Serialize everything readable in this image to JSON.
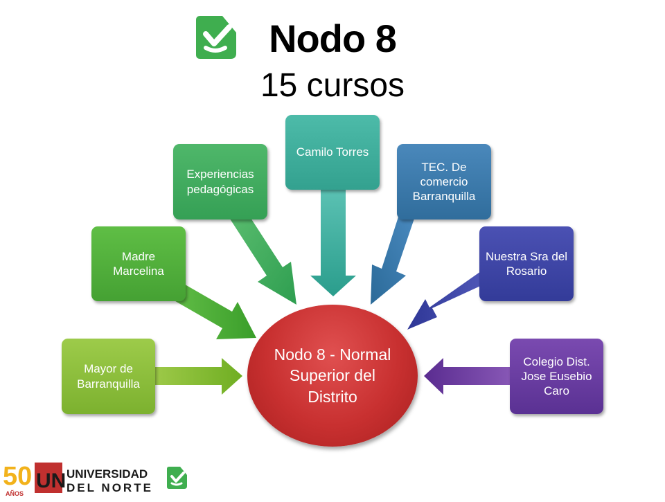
{
  "header": {
    "title": "Nodo 8",
    "subtitle": "15 cursos"
  },
  "hub": {
    "label": "Nodo 8 - Normal Superior del Distrito",
    "color": "#c0302f"
  },
  "nodes": [
    {
      "label": "Mayor de Barranquilla",
      "color": "#86b832"
    },
    {
      "label": "Madre Marcelina",
      "color": "#4dab3c"
    },
    {
      "label": "Experiencias pedagógicas",
      "color": "#3aa860"
    },
    {
      "label": "Camilo Torres",
      "color": "#3aa59a"
    },
    {
      "label": "TEC. De comercio Barranquilla",
      "color": "#3a7ca8"
    },
    {
      "label": "Nuestra Sra del Rosario",
      "color": "#3d46a8"
    },
    {
      "label": "Colegio Dist. Jose Eusebio Caro",
      "color": "#6a3ca0"
    }
  ],
  "footer": {
    "anniversary": "50",
    "anniversary_sub": "AÑOS",
    "university_line1": "UNIVERSIDAD",
    "university_line2": "DEL NORTE",
    "un_mark": "UN"
  },
  "icons": {
    "brand": "checkmark-badge-icon"
  }
}
